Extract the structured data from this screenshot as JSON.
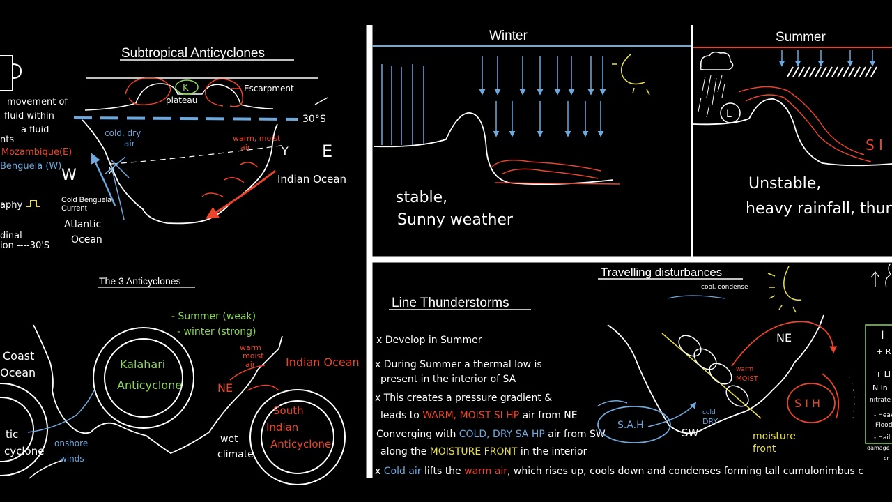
{
  "colors": {
    "background": "#000000",
    "ink": "#ffffff",
    "cold_blue": "#6fa8dc",
    "warm_red": "#e8452a",
    "green": "#8bd45a",
    "yellow": "#e8e04a"
  },
  "panel_subtropical": {
    "title": "Subtropical Anticyclones",
    "left_notes": [
      "movement of",
      "fluid within",
      "a fluid",
      "nts",
      "Mozambique(E)",
      "Benguela (W)",
      "aphy",
      "dinal",
      "ion ----30'S"
    ],
    "labels": {
      "k": "K",
      "escarpment": "Escarpment",
      "plateau": "plateau",
      "lat": "30°S",
      "cold_dry_1": "cold, dry",
      "cold_dry_2": "air",
      "warm_moist_1": "warm, moist",
      "warm_moist_2": "air",
      "y": "Y",
      "e": "E",
      "w": "W",
      "x": "X",
      "indian_ocean": "Indian Ocean",
      "benguela_1": "Cold Benguela",
      "benguela_2": "Current",
      "atlantic_1": "Atlantic",
      "atlantic_2": "Ocean"
    }
  },
  "panel_three": {
    "title": "The 3 Anticyclones",
    "labels": {
      "coast": "Coast",
      "ocean_left": "Ocean",
      "summer": "- Summer (weak)",
      "winter": "- winter (strong)",
      "kalahari_1": "Kalahari",
      "kalahari_2": "Anticyclone",
      "warm_1": "warm",
      "warm_2": "moist",
      "warm_3": "air",
      "indian_ocean": "Indian Ocean",
      "ne": "NE",
      "south_1": "South",
      "south_2": "Indian",
      "south_3": "Anticyclone",
      "tic": "tic",
      "cyclone": "cyclone",
      "onshore_1": "onshore",
      "onshore_2": "winds",
      "wet_1": "wet",
      "wet_2": "climate"
    }
  },
  "panel_winter": {
    "title": "Winter",
    "notes": [
      "stable,",
      "Sunny weather"
    ]
  },
  "panel_summer": {
    "title": "Summer",
    "notes": [
      "Unstable,",
      "heavy rainfall, thunde"
    ],
    "labels": {
      "l": "L",
      "sih": "S I"
    }
  },
  "panel_line": {
    "title": "Line Thunderstorms",
    "travelling_title": "Travelling disturbances",
    "cool_condense": "cool, condense",
    "bullets": [
      {
        "parts": [
          [
            "x Develop in ",
            "#ffffff"
          ],
          [
            "Summer",
            "#ffffff"
          ]
        ]
      },
      {
        "parts": [
          [
            "x During Summer a thermal low is",
            "#ffffff"
          ]
        ]
      },
      {
        "parts": [
          [
            "present in the interior of SA",
            "#ffffff"
          ]
        ]
      },
      {
        "parts": [
          [
            "x This creates a pressure gradient & ",
            "#ffffff"
          ]
        ]
      },
      {
        "parts": [
          [
            "leads to ",
            "#ffffff"
          ],
          [
            "WARM, MOIST SI HP",
            "#e8452a"
          ],
          [
            " air from NE",
            "#ffffff"
          ]
        ]
      },
      {
        "parts": [
          [
            "Converging with ",
            "#ffffff"
          ],
          [
            "COLD, DRY SA HP",
            "#6fa8dc"
          ],
          [
            " air from SW",
            "#ffffff"
          ]
        ]
      },
      {
        "parts": [
          [
            "along the ",
            "#ffffff"
          ],
          [
            "MOISTURE FRONT",
            "#e8e04a"
          ],
          [
            " in the interior",
            "#ffffff"
          ]
        ]
      },
      {
        "parts": [
          [
            "x ",
            "#ffffff"
          ],
          [
            "Cold air",
            "#6fa8dc"
          ],
          [
            " lifts the ",
            "#ffffff"
          ],
          [
            "warm air",
            "#e8452a"
          ],
          [
            ", which rises up, cools down and condenses forming tall cumulonimbus c",
            "#ffffff"
          ]
        ]
      }
    ],
    "labels": {
      "ne": "NE",
      "sw": "SW",
      "sah": "S.A.H",
      "sih": "S I H",
      "warm": "warm",
      "moist": "MOIST",
      "cold": "cold",
      "dry": "DRY",
      "moisture_1": "moisture",
      "moisture_2": "front"
    },
    "side_notes": [
      "I",
      "+ R",
      "+ Li",
      "N in",
      "nitrate",
      "- Heav",
      "Flood",
      "- Hail",
      "damage",
      "cr"
    ]
  }
}
